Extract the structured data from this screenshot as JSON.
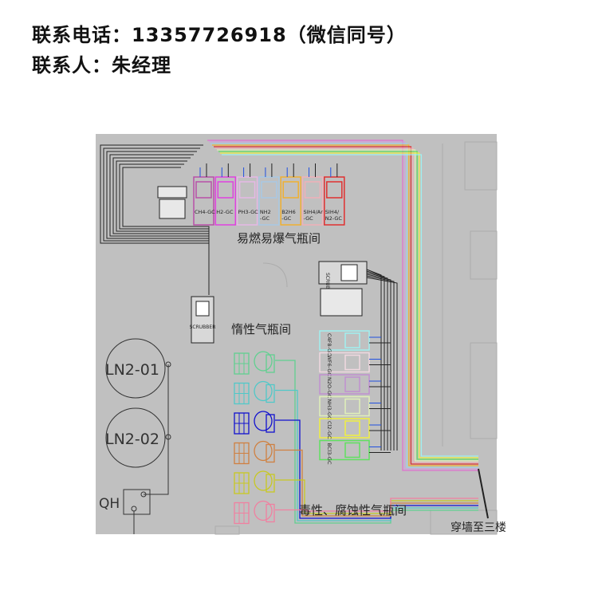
{
  "header": {
    "phone_line": "联系电话：13357726918（微信同号）",
    "contact_line": "联系人：朱经理"
  },
  "diagram": {
    "flammable_room": "易燃易爆气瓶间",
    "inert_room": "惰性气瓶间",
    "toxic_room": "毒性、腐蚀性气瓶间",
    "wall_note": "穿墙至三楼",
    "scrubber_label": "SCRUBBER",
    "top_cabinets": [
      {
        "label": "CH4-GC",
        "color": "#b850a8"
      },
      {
        "label": "H2-GC",
        "color": "#e040e0"
      },
      {
        "label": "PH3-GC",
        "color": "#e6b8e6"
      },
      {
        "label": "NH2\n-GC",
        "color": "#a8c8e4"
      },
      {
        "label": "B2H6\n-GC",
        "color": "#f0b030"
      },
      {
        "label": "SIH4/Ar\n-GC",
        "color": "#f0b0b8"
      },
      {
        "label": "SIH4/\nN2-GC",
        "color": "#e03030"
      }
    ],
    "right_cabinets": [
      {
        "label": "C4F8-GC",
        "color": "#a0f0f0"
      },
      {
        "label": "WF6-GC",
        "color": "#f0d8e0"
      },
      {
        "label": "N2O-GC",
        "color": "#c090d0"
      },
      {
        "label": "NH3-GC",
        "color": "#e0f0b8"
      },
      {
        "label": "Cl2-GC",
        "color": "#f0f040"
      },
      {
        "label": "BCl3-GC",
        "color": "#60e060"
      }
    ],
    "racks": [
      {
        "color": "#60d090"
      },
      {
        "color": "#50c8c8"
      },
      {
        "color": "#1010d0"
      },
      {
        "color": "#d08040"
      },
      {
        "color": "#c8c820"
      },
      {
        "color": "#f080a0"
      }
    ],
    "tanks": [
      "LN2-01",
      "LN2-02"
    ],
    "qh_label": "QH",
    "background_color": "#c0c0c0"
  }
}
